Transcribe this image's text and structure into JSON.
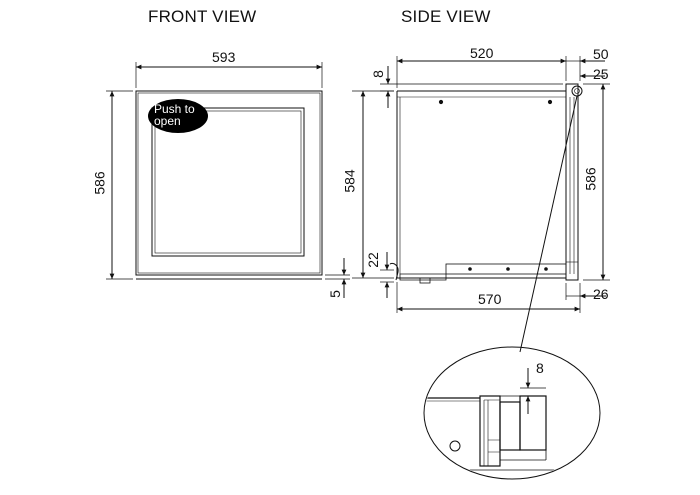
{
  "titles": {
    "front": "FRONT VIEW",
    "side": "SIDE VIEW"
  },
  "badge": {
    "line1": "Push to",
    "line2": "open"
  },
  "dimensions": {
    "front_width": "593",
    "front_height": "586",
    "front_plinth": "5",
    "side_depth": "520",
    "side_door": "50",
    "side_top_gap": "8",
    "side_frame": "25",
    "side_height": "584",
    "side_total_height": "586",
    "side_bottom": "22",
    "side_total_depth": "570",
    "side_foot": "26",
    "detail_gap": "8"
  }
}
